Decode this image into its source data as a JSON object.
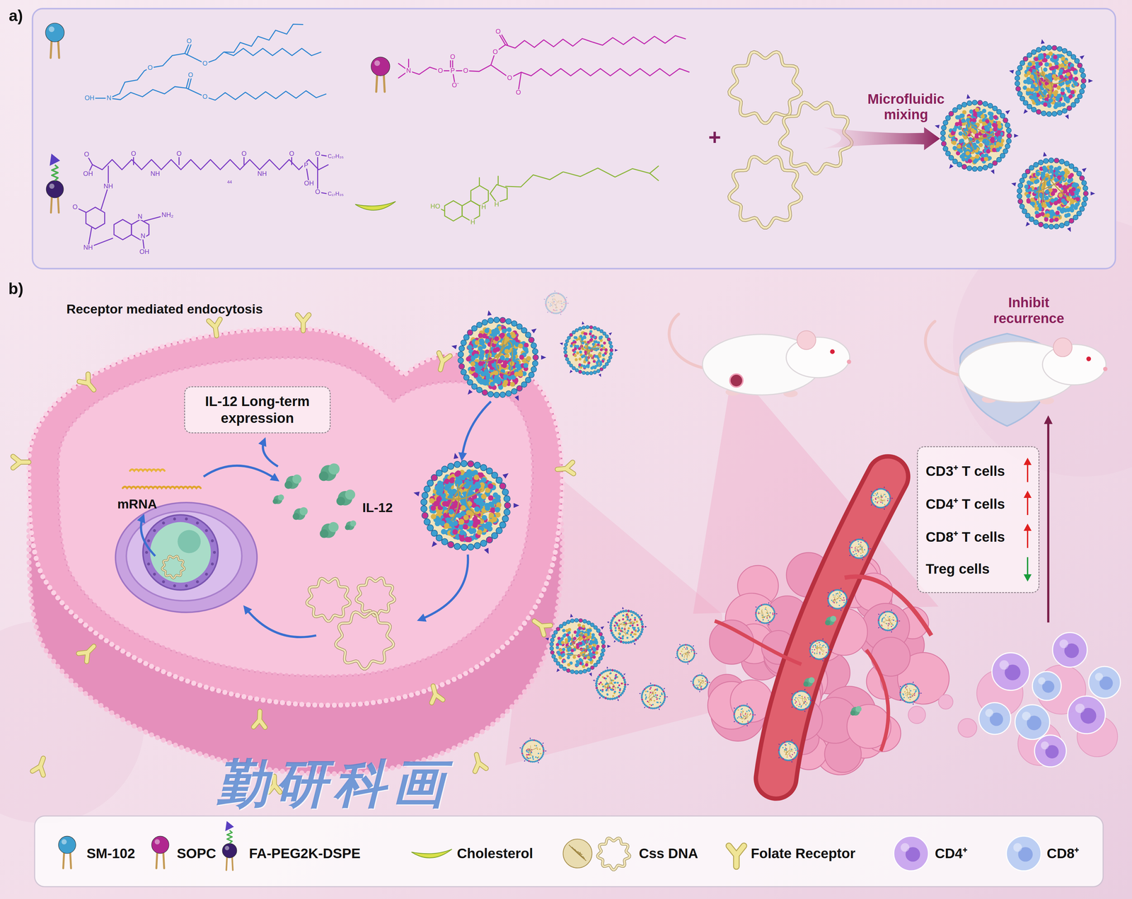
{
  "diagram": {
    "nodes": [
      {
        "text": [
          "IL-12 Long-term expression"
        ]
      },
      {
        "text": [
          "CD3⁺ T cells",
          "CD4⁺ T cells",
          "CD8⁺ T cells",
          "Treg cells"
        ]
      }
    ],
    "labels": [
      "a)",
      "b)",
      "OH",
      "N",
      "O",
      "O",
      "O",
      "O",
      "O",
      "N",
      "O",
      "P",
      "O",
      "O⁻",
      "O",
      "O",
      "O",
      "O",
      "O",
      "OH",
      "O",
      "NH",
      "O",
      "NH",
      "O",
      "44",
      "O",
      "NH",
      "O",
      "P",
      "OH",
      "O",
      "C₁₇H₃₅",
      "O",
      "C₁₇H₃₅",
      "O",
      "NH",
      "N",
      "N",
      "NH₂",
      "OH",
      "HO",
      "H",
      "H",
      "H",
      "+",
      "Microfluidic mixing",
      "Receptor mediated endocytosis",
      "mRNA",
      "IL-12",
      "Inhibit recurrence",
      "勤研科画"
    ],
    "legend": [
      {
        "text": "SM-102"
      },
      {
        "text": "SOPC"
      },
      {
        "text": "FA-PEG2K-DSPE"
      },
      {
        "text": "Cholesterol"
      },
      {
        "text": "Css DNA"
      },
      {
        "text": "Folate Receptor"
      },
      {
        "text": "CD4⁺"
      },
      {
        "text": "CD8⁺"
      }
    ]
  }
}
